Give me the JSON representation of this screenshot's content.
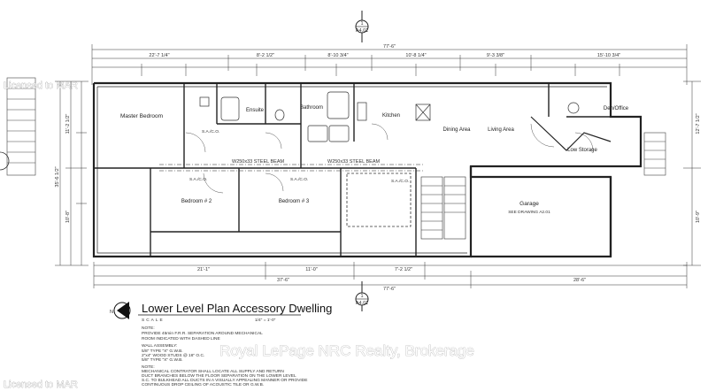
{
  "plan": {
    "title": "Lower Level Plan Accessory Dwelling",
    "scale_label": "SCALE",
    "scale_value": "1/4\" = 1'-0\"",
    "section_ref": "1",
    "section_sheet": "A4.01"
  },
  "rooms": {
    "master_bedroom": "Master Bedroom",
    "ensuite": "Ensuite",
    "bathroom": "Bathroom",
    "kitchen": "Kitchen",
    "dining_area": "Dining Area",
    "living_area": "Living Area",
    "den_office": "Den/Office",
    "low_storage": "Low Storage",
    "bedroom_2": "Bedroom # 2",
    "bedroom_3": "Bedroom # 3",
    "garage": "Garage",
    "garage_note": "SEE DRAWING A2.01"
  },
  "beams": {
    "beam_left": "W250x33 STEEL BEAM",
    "beam_right": "W250x33 STEEL BEAM"
  },
  "labels": {
    "sa_co": "S.A./C.O."
  },
  "dimensions": {
    "top_overall": "77'-6\"",
    "top_1": "22'-7 1/4\"",
    "top_2": "8'-2 1/2\"",
    "top_3": "8'-10 3/4\"",
    "top_4": "10'-8 1/4\"",
    "top_5": "9'-3 3/8\"",
    "top_6": "15'-10 3/4\"",
    "bottom_1": "21'-1\"",
    "bottom_2": "11'-0\"",
    "bottom_3": "7'-2 1/2\"",
    "bottom_overall_left": "37'-6\"",
    "bottom_overall_right": "28'-6\"",
    "bottom_overall": "77'-6\"",
    "left_1": "11'-2 1/2\"",
    "left_2": "10'-8\"",
    "left_overall": "35'-6 1/2\"",
    "right_1": "12'-7 1/2\"",
    "right_2": "10'-9\""
  },
  "notes": {
    "note_head": "NOTE:",
    "note_1": "PROVIDE 45min F.R.R. SEPARATION AROUND MECHANICAL",
    "note_2": "ROOM INDICATED WITH DASHED LINE",
    "wall_head": "WALL ASSEMBLY:",
    "wall_1": "5/8\" TYPE \"X\" G.W.B.",
    "wall_2": "2\"x4\" WOOD STUDS @ 16\" O.C.",
    "wall_3": "5/8\" TYPE \"X\" G.W.B.",
    "mech_head": "NOTE:",
    "mech_1": "MECHANICAL CONTRATOR SHALL LOCATE ALL SUPPLY AND RETURN",
    "mech_2": "DUCT BRANCHES BELOW THE FLOOR SEPARATION ON THE LOWER LEVEL",
    "mech_3": "S.C. TO BULKHEAD ALL DUCTS IN A VISUALLY APPEALING MANNER OR PROVIDE",
    "mech_4": "CONTINUOUS DROP CEILING OF ACOUSTIC TILE OR G.W.B."
  },
  "watermark": {
    "brokerage": "Royal LePage NRC Realty, Brokerage",
    "license": "Licensed to MAR",
    "side": "Licensed to MAR"
  },
  "colors": {
    "line": "#2a2a2a",
    "background": "#ffffff"
  }
}
